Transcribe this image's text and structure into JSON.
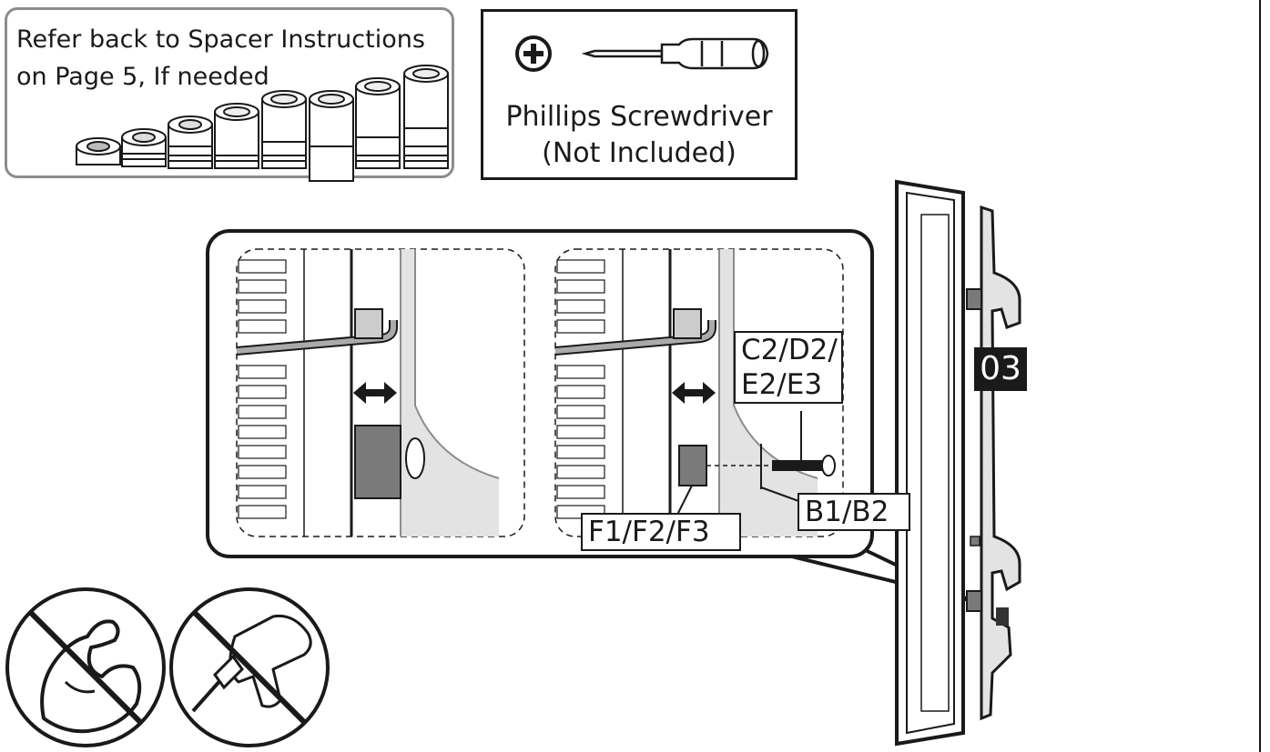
{
  "spacer_note": {
    "line1": "Refer back to Spacer Instructions",
    "line2": "on Page 5, If needed"
  },
  "tool": {
    "line1": "Phillips Screwdriver",
    "line2": "(Not Included)",
    "icon": "phillips-plus-icon"
  },
  "detail_labels": {
    "bracket_parts_line1": "C2/D2/",
    "bracket_parts_line2": "E2/E3",
    "spacer_parts": "F1/F2/F3",
    "washer_parts": "B1/B2"
  },
  "step_number": "03",
  "warnings": [
    {
      "icon": "no-force-icon"
    },
    {
      "icon": "no-power-drill-icon"
    }
  ],
  "colors": {
    "ink": "#1a1a1a",
    "gray_border": "#8c8c8c",
    "light_fill": "#e3e3e3",
    "mid_fill": "#7a7a7a"
  }
}
